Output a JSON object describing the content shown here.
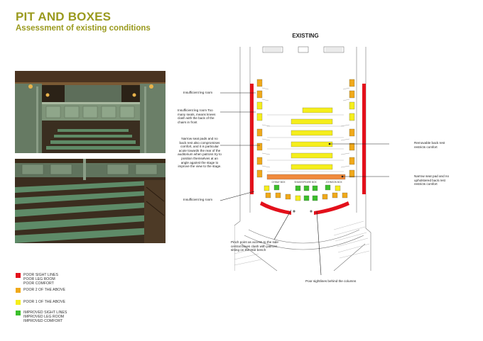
{
  "header": {
    "title": "PIT AND BOXES",
    "subtitle": "Assessment of existing conditions"
  },
  "diagram": {
    "title": "EXISTING",
    "box_labels": [
      "GYWAY BOX",
      "SHAKESPEARE BOX",
      "JOHNSON BOX"
    ],
    "annotations": {
      "insufficient_leg_room_top": "Insufficient leg room",
      "too_many_seats": "Insufficient leg room Too many seats, means knees clash with the back of the chairs in front",
      "narrow_seat_pads": "Narrow seat pads and no back rest also compromises comfort, and it is particular acute towards the rear of the auditorium when patrons try to position themselves at an angle against the stage to improve the view to the stage.",
      "insufficient_leg_room_bottom": "Insufficient leg room",
      "removable_back_rest": "Removable back rest restricts comfort",
      "narrow_seat_pad_right": "Narrow seat pad and no upholstered back rest restricts comfort",
      "pinch_point": "Pinch point as access to the side central boxes clash with patrons sitting on the rear bench",
      "poor_sightlines": "Poor sightlines behind the columns"
    }
  },
  "legend": [
    {
      "color": "#e3101b",
      "lines": [
        "POOR SIGHT LINES",
        "POOR LEG ROOM",
        "POOR COMFORT"
      ]
    },
    {
      "color": "#f0a91a",
      "lines": [
        "POOR 2 OF THE ABOVE"
      ]
    },
    {
      "color": "#f5ee1c",
      "lines": [
        "POOR 1 OF THE ABOVE"
      ]
    },
    {
      "color": "#3cbf2c",
      "lines": [
        "IMPROVED SIGHT LINES",
        "IMPROVED LEG ROOM",
        "IMPROVED COMFORT"
      ]
    }
  ],
  "colors": {
    "title": "#9a9a1e",
    "poor_all": "#e3101b",
    "poor_two": "#f0a91a",
    "poor_one": "#f5ee1c",
    "improved": "#3cbf2c"
  }
}
